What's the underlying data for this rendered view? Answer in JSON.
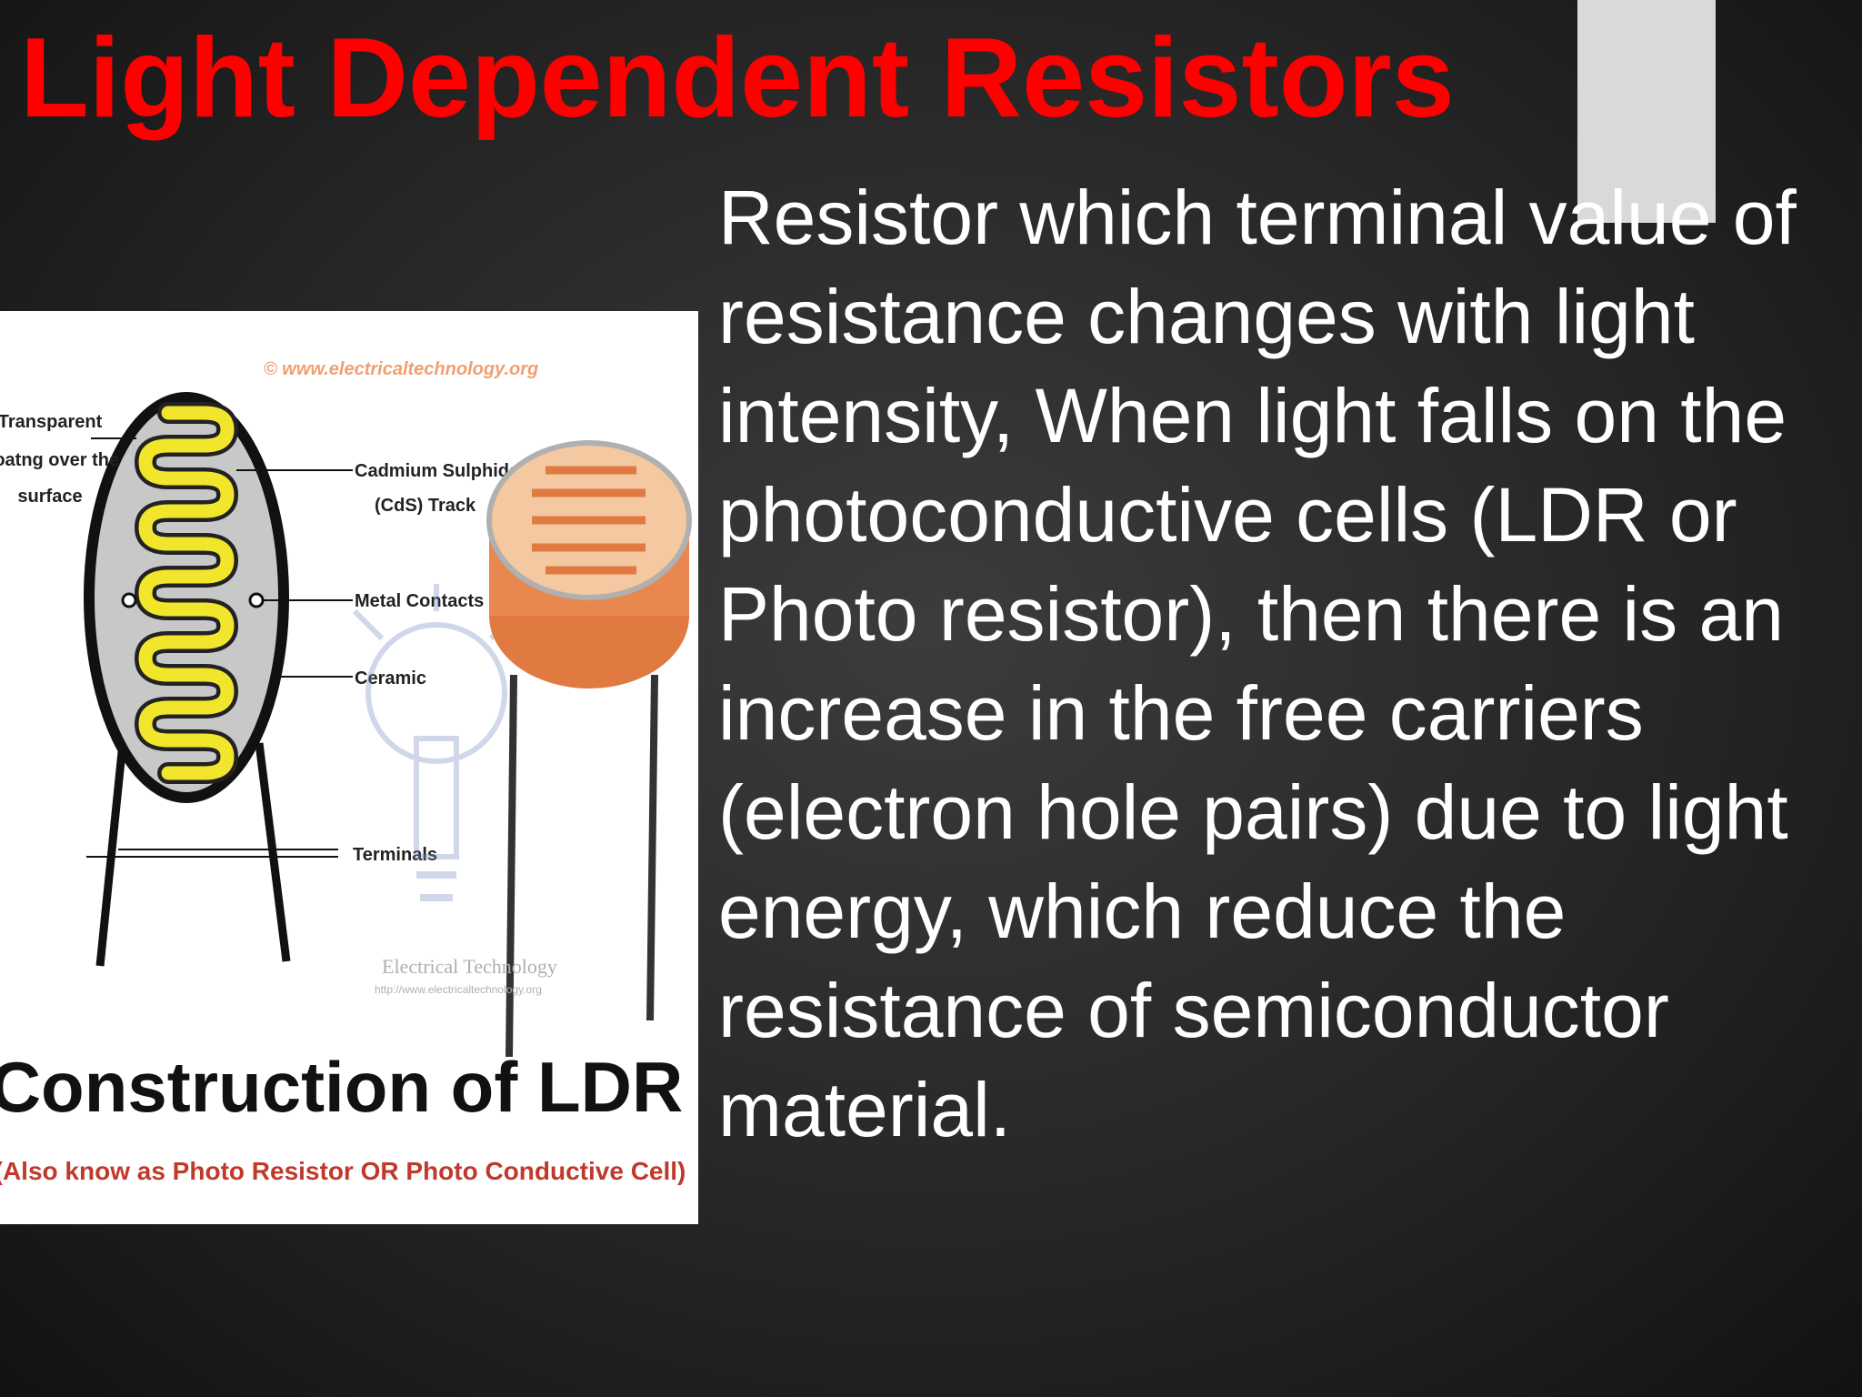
{
  "slide": {
    "title": "Light Dependent Resistors",
    "body": "Resistor which terminal value of resistance changes with light intensity, When light falls on the photoconductive cells (LDR or Photo resistor), then there is an increase in the free carriers (electron hole pairs) due to light energy, which reduce the resistance of semiconductor material."
  },
  "figure": {
    "watermark_url": "© www.electricaltechnology.org",
    "label_transparent": [
      "Transparent",
      "Coatng over the",
      "surface"
    ],
    "label_cds": [
      "Cadmium Sulphide",
      "(CdS) Track"
    ],
    "label_metal": "Metal Contacts",
    "label_ceramic": "Ceramic",
    "label_terminals": "Terminals",
    "watermark_brand": "Electrical Technology",
    "watermark_small": "http://www.electricaltechnology.org",
    "caption": "Construction of LDR",
    "subcaption": "(Also know as Photo Resistor OR Photo Conductive Cell)"
  },
  "colors": {
    "title": "#ff0000",
    "body_text": "#ffffff",
    "accent_bar": "#d9d9d9",
    "cds_track": "#f2e62c",
    "ceramic": "#c8c8c8",
    "subcaption": "#c0392b"
  }
}
